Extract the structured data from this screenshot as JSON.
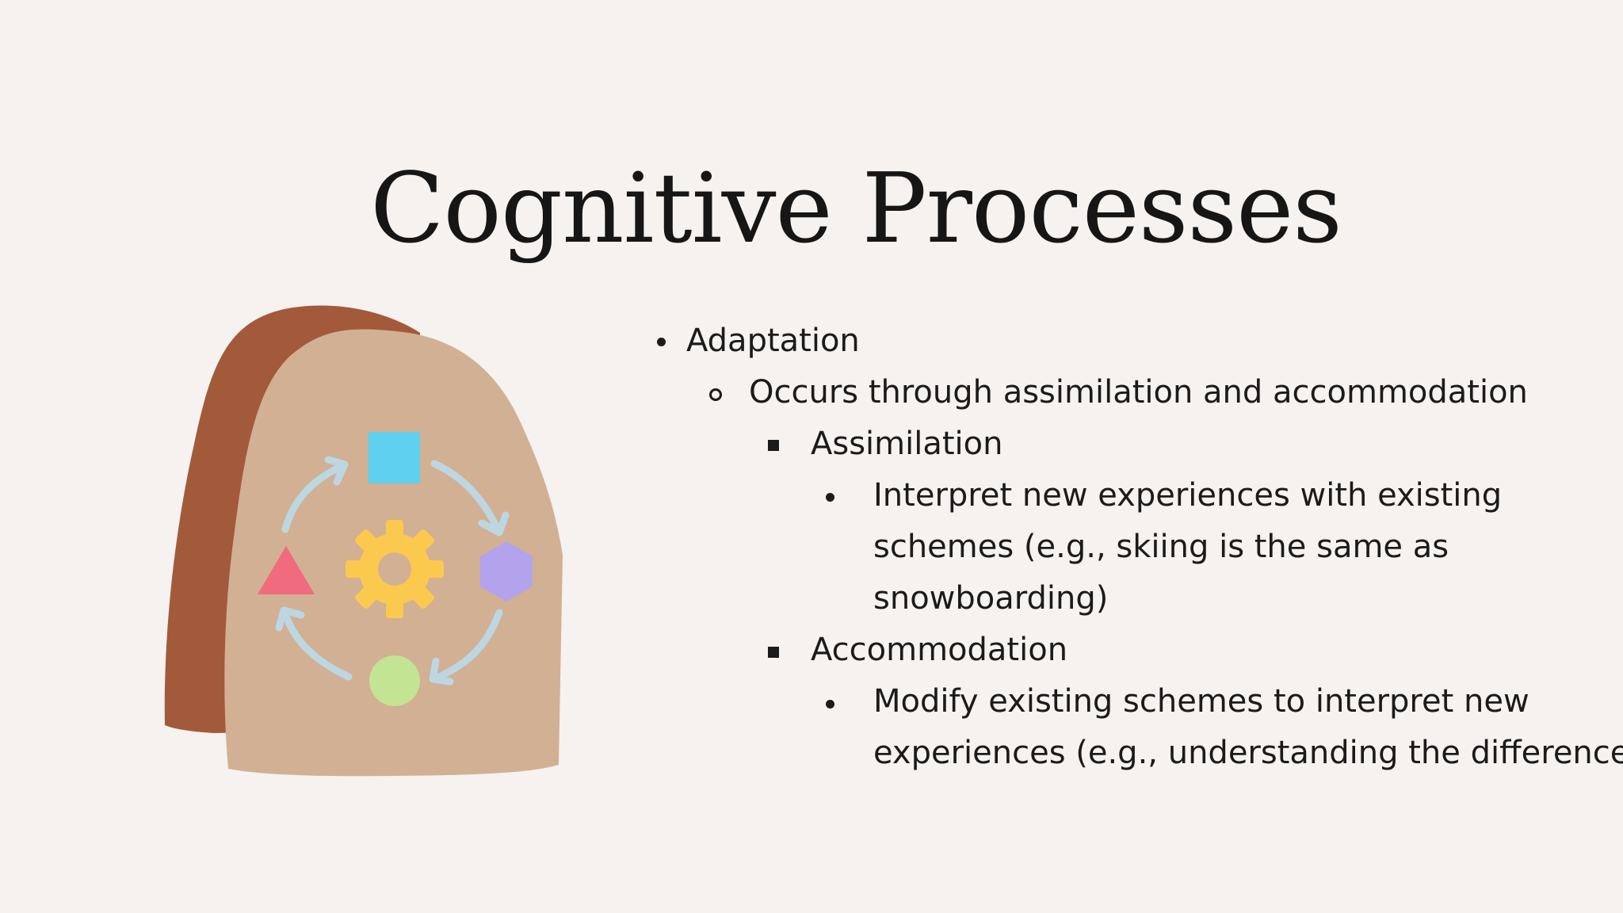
{
  "slide": {
    "title": "Cognitive Processes"
  },
  "bullets": [
    {
      "level": 1,
      "marker": "disc",
      "text": "Adaptation"
    },
    {
      "level": 2,
      "marker": "circle",
      "text": "Occurs through assimilation and accommodation"
    },
    {
      "level": 3,
      "marker": "square",
      "text": "Assimilation"
    },
    {
      "level": 4,
      "marker": "disc",
      "lines": [
        "Interpret new experiences with existing",
        "schemes (e.g., skiing is the same as",
        "snowboarding)"
      ]
    },
    {
      "level": 3,
      "marker": "square",
      "text": "Accommodation"
    },
    {
      "level": 4,
      "marker": "disc",
      "lines": [
        "Modify existing schemes to interpret new",
        "experiences (e.g., understanding the difference"
      ]
    }
  ],
  "illustration": {
    "icon_names": [
      "backpack-icon",
      "cycle-arrows-icon",
      "gear-icon",
      "square-shape-icon",
      "hexagon-shape-icon",
      "circle-shape-icon",
      "triangle-shape-icon"
    ],
    "colors": {
      "background": "#f6f2ef",
      "back_panel": "#a25a3b",
      "front_panel": "#d2b093",
      "arrows": "#bcd7e1",
      "gear": "#fcc94f",
      "square": "#5fd0ef",
      "hexagon": "#b2a3ec",
      "circle": "#c3e493",
      "triangle": "#f06b7d"
    }
  }
}
